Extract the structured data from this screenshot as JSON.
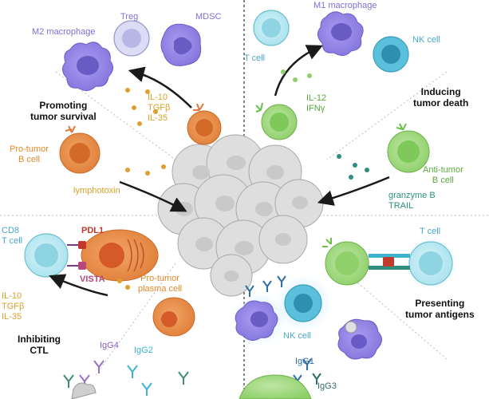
{
  "sections": {
    "promoting": {
      "title_line1": "Promoting",
      "title_line2": "tumor survival"
    },
    "inducing": {
      "title_line1": "Inducing",
      "title_line2": "tumor death"
    },
    "inhibiting": {
      "title_line1": "Inhibiting",
      "title_line2": "CTL"
    },
    "presenting": {
      "title_line1": "Presenting",
      "title_line2": "tumor antigens"
    }
  },
  "cells": {
    "m2_macrophage": "M2 macrophage",
    "treg": "Treg",
    "mdsc": "MDSC",
    "m1_macrophage": "M1 macrophage",
    "t_cell_top": "T cell",
    "nk_cell_top": "NK cell",
    "pro_tumor_b_line1": "Pro-tumor",
    "pro_tumor_b_line2": "B cell",
    "anti_tumor_b_line1": "Anti-tumor",
    "anti_tumor_b_line2": "B cell",
    "cd8_line1": "CD8",
    "cd8_line2": "T cell",
    "t_cell_right": "T cell",
    "pro_tumor_plasma_line1": "Pro-tumor",
    "pro_tumor_plasma_line2": "plasma cell",
    "nk_cell_bottom": "NK cell"
  },
  "cytokines": {
    "top_left": [
      "IL-10",
      "TGFβ",
      "IL-35"
    ],
    "bottom_left": [
      "IL-10",
      "TGFβ",
      "IL-35"
    ],
    "top_right": [
      "IL-12",
      "IFNγ"
    ],
    "lymphotoxin": "lymphotoxin",
    "granzyme": "granzyme B",
    "trail": "TRAIL"
  },
  "molecules": {
    "pdl1": "PDL1",
    "vista": "VISTA"
  },
  "antibodies": {
    "igg4": "IgG4",
    "igg2": "IgG2",
    "igg1": "IgG1",
    "igg3": "IgG3"
  },
  "colors": {
    "purple": "#7e6fd6",
    "orange": "#e07a3a",
    "green": "#6cc04a",
    "cyan": "#3db3cf",
    "tumor": "#d9d9d9"
  }
}
